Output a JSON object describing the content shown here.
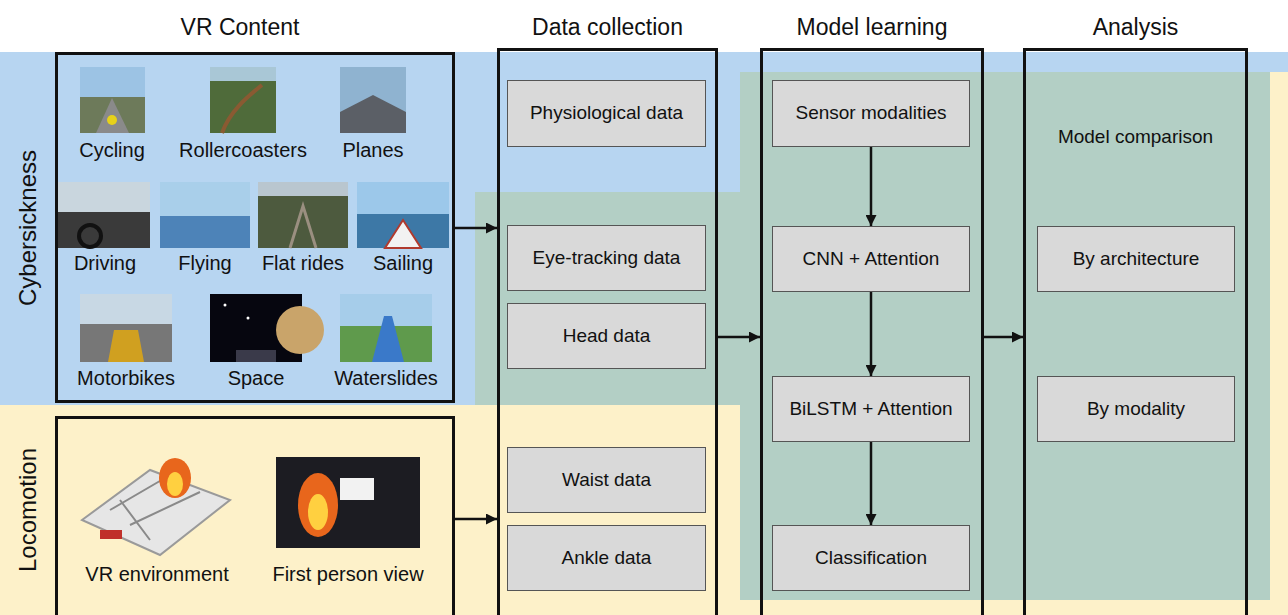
{
  "diagram": {
    "nodes": [
      {
        "text": [
          "VR Content",
          "Cycling",
          "Rollercoasters",
          "Planes",
          "Driving",
          "Flying",
          "Flat rides",
          "Sailing",
          "Motorbikes",
          "Space",
          "Waterslides"
        ]
      },
      {
        "text": [
          "VR environment",
          "First person view"
        ]
      },
      {
        "text": [
          "Data collection"
        ]
      },
      {
        "text": [
          "Physiological data"
        ],
        "in": 2
      },
      {
        "text": [
          "Eye-tracking data"
        ],
        "in": 2
      },
      {
        "text": [
          "Head data"
        ],
        "in": 2
      },
      {
        "text": [
          "Waist data"
        ],
        "in": 2
      },
      {
        "text": [
          "Ankle data"
        ],
        "in": 2
      },
      {
        "text": [
          "Model learning"
        ]
      },
      {
        "text": [
          "Sensor modalities"
        ],
        "in": 8
      },
      {
        "text": [
          "CNN + Attention"
        ],
        "in": 8
      },
      {
        "text": [
          "BiLSTM + Attention"
        ],
        "in": 8
      },
      {
        "text": [
          "Classification"
        ],
        "in": 8
      },
      {
        "text": [
          "Analysis",
          "Model comparison"
        ]
      },
      {
        "text": [
          "By architecture"
        ],
        "in": 13
      },
      {
        "text": [
          "By modality"
        ],
        "in": 13
      }
    ],
    "edges": [
      {
        "from": 0,
        "to": 2,
        "arrow": "to"
      },
      {
        "from": 1,
        "to": 2,
        "arrow": "to"
      },
      {
        "from": 2,
        "to": 8,
        "arrow": "to"
      },
      {
        "from": 8,
        "to": 13,
        "arrow": "to"
      },
      {
        "from": 9,
        "to": 10,
        "arrow": "to"
      },
      {
        "from": 10,
        "to": 11,
        "arrow": "to"
      },
      {
        "from": 11,
        "to": 12,
        "arrow": "to"
      }
    ],
    "labels": [
      "Cybersickness",
      "Locomotion"
    ]
  }
}
